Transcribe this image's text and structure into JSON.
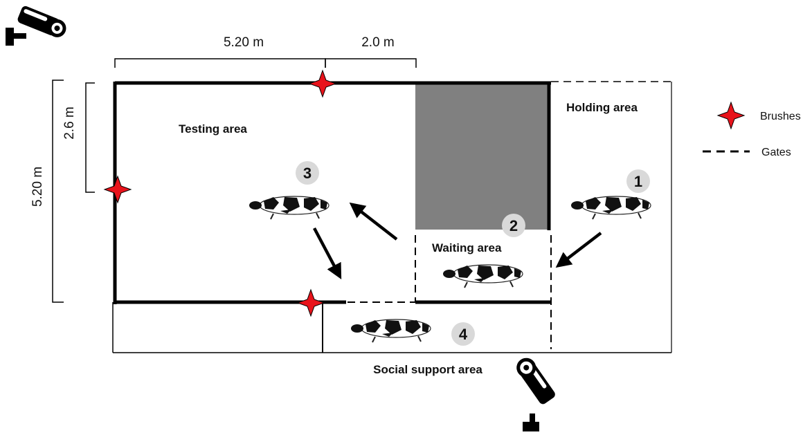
{
  "dimensions": {
    "testing_width": "5.20 m",
    "waiting_width": "2.0 m",
    "half_height": "2.6 m",
    "full_height": "5.20 m"
  },
  "areas": {
    "testing": "Testing area",
    "holding": "Holding area",
    "waiting": "Waiting area",
    "social_support": "Social support area"
  },
  "steps": [
    "1",
    "2",
    "3",
    "4"
  ],
  "legend": {
    "brushes": "Brushes",
    "gates": "Gates"
  },
  "colors": {
    "brush": "#e8131b",
    "shaded_block": "#808080",
    "step_badge": "#d9d9d9",
    "wall": "#000000"
  },
  "icons": [
    "security-camera-icon",
    "brush-star-icon",
    "cow-icon",
    "arrow-icon"
  ]
}
